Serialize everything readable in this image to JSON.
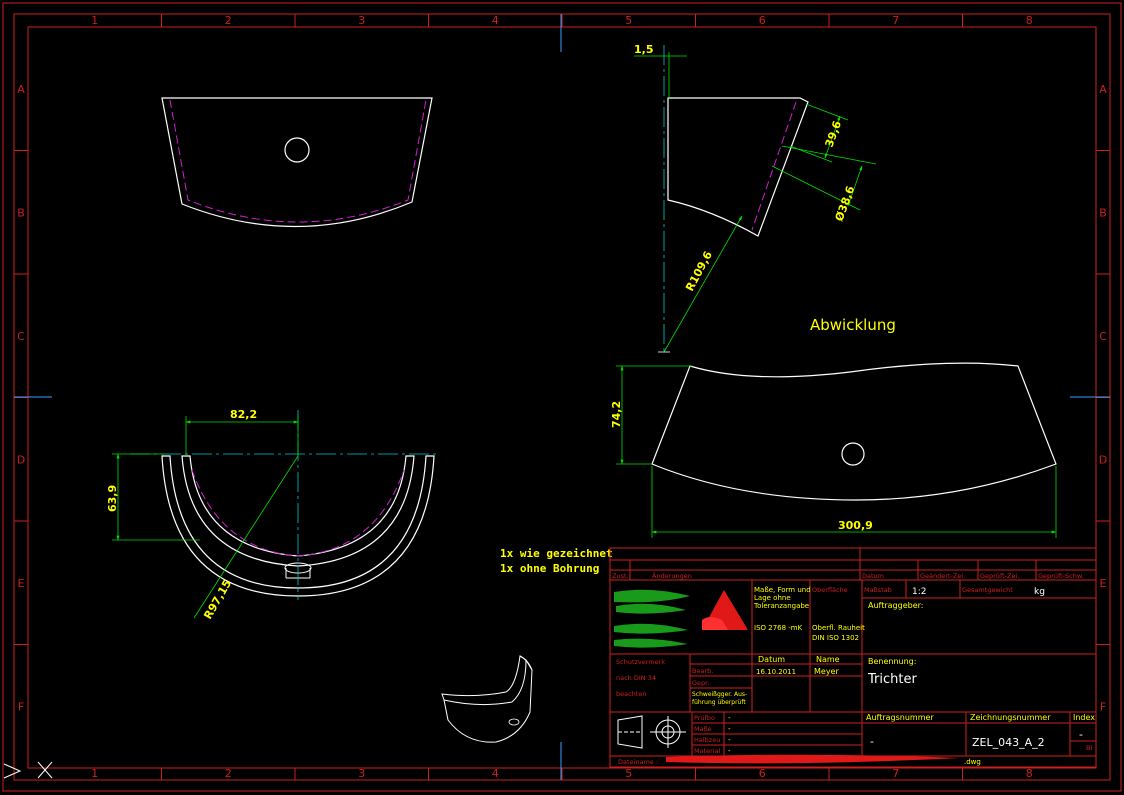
{
  "frame": {
    "columns": [
      "1",
      "2",
      "3",
      "4",
      "5",
      "6",
      "7",
      "8"
    ],
    "rows": [
      "A",
      "B",
      "C",
      "D",
      "E",
      "F"
    ]
  },
  "dimensions": {
    "thickness": "1,5",
    "height_39_6": "39,6",
    "hole_diameter": "Ø38,6",
    "radius_side": "R109,6",
    "width_top_view": "82,2",
    "depth_top_view": "63,9",
    "radius_top_view": "R97,15",
    "development_height": "74,2",
    "development_width": "300,9"
  },
  "labels": {
    "development_title": "Abwicklung",
    "note_line1": "1x wie gezeichnet",
    "note_line2": "1x ohne Bohrung"
  },
  "title_block": {
    "header": {
      "zust": "Zust.",
      "aenderungen": "Änderungen",
      "datum": "Datum",
      "geaendert": "Geändert-Zei.",
      "geprueft": "Geprüft-Zei.",
      "geprueft_schw": "Geprüft-Schw."
    },
    "tolerances": "Maße, Form und Lage ohne Toleranzangabe",
    "iso": "ISO 2768 -mK",
    "oberflaeche": "Oberfläche",
    "rauheit": "Oberfl. Rauheit DIN ISO 1302",
    "massstab_label": "Maßstab",
    "massstab_value": "1:2",
    "gesamtgewicht_label": "Gesamtgewicht",
    "gesamtgewicht_unit": "kg",
    "auftraggeber_label": "Auftraggeber:",
    "schutzvermerk": [
      "Schutzvermerk",
      "nach DIN 34",
      "beachten"
    ],
    "datum_label": "Datum",
    "name_label": "Name",
    "bearb_label": "Bearb.",
    "bearb_date": "16.10.2011",
    "bearb_name": "Meyer",
    "gepr_label": "Gepr.",
    "schweiss": "Schweißgger. Aus- führung überprüft",
    "benennung_label": "Benennung:",
    "benennung_value": "Trichter",
    "pruefbo": [
      "Prüfbo",
      "Maße",
      "Halbzeu",
      "Material"
    ],
    "dash": "-",
    "auftragsnummer_label": "Auftragsnummer",
    "auftragsnummer_value": "-",
    "zeichnungsnummer_label": "Zeichnungsnummer",
    "zeichnungsnummer_value": "ZEL_043_A_2",
    "index_label": "Index",
    "index_value": "-",
    "blatt": "Bl",
    "dateiname_label": "Dateiname :",
    "dateiname_ext": ".dwg"
  },
  "colors": {
    "frame": "#cc2020",
    "geometry": "#ffffff",
    "dimension": "#00e000",
    "dim_text": "#ffff00",
    "hidden": "#d020d0",
    "center": "#00c8c8",
    "marker": "#ff2020"
  }
}
